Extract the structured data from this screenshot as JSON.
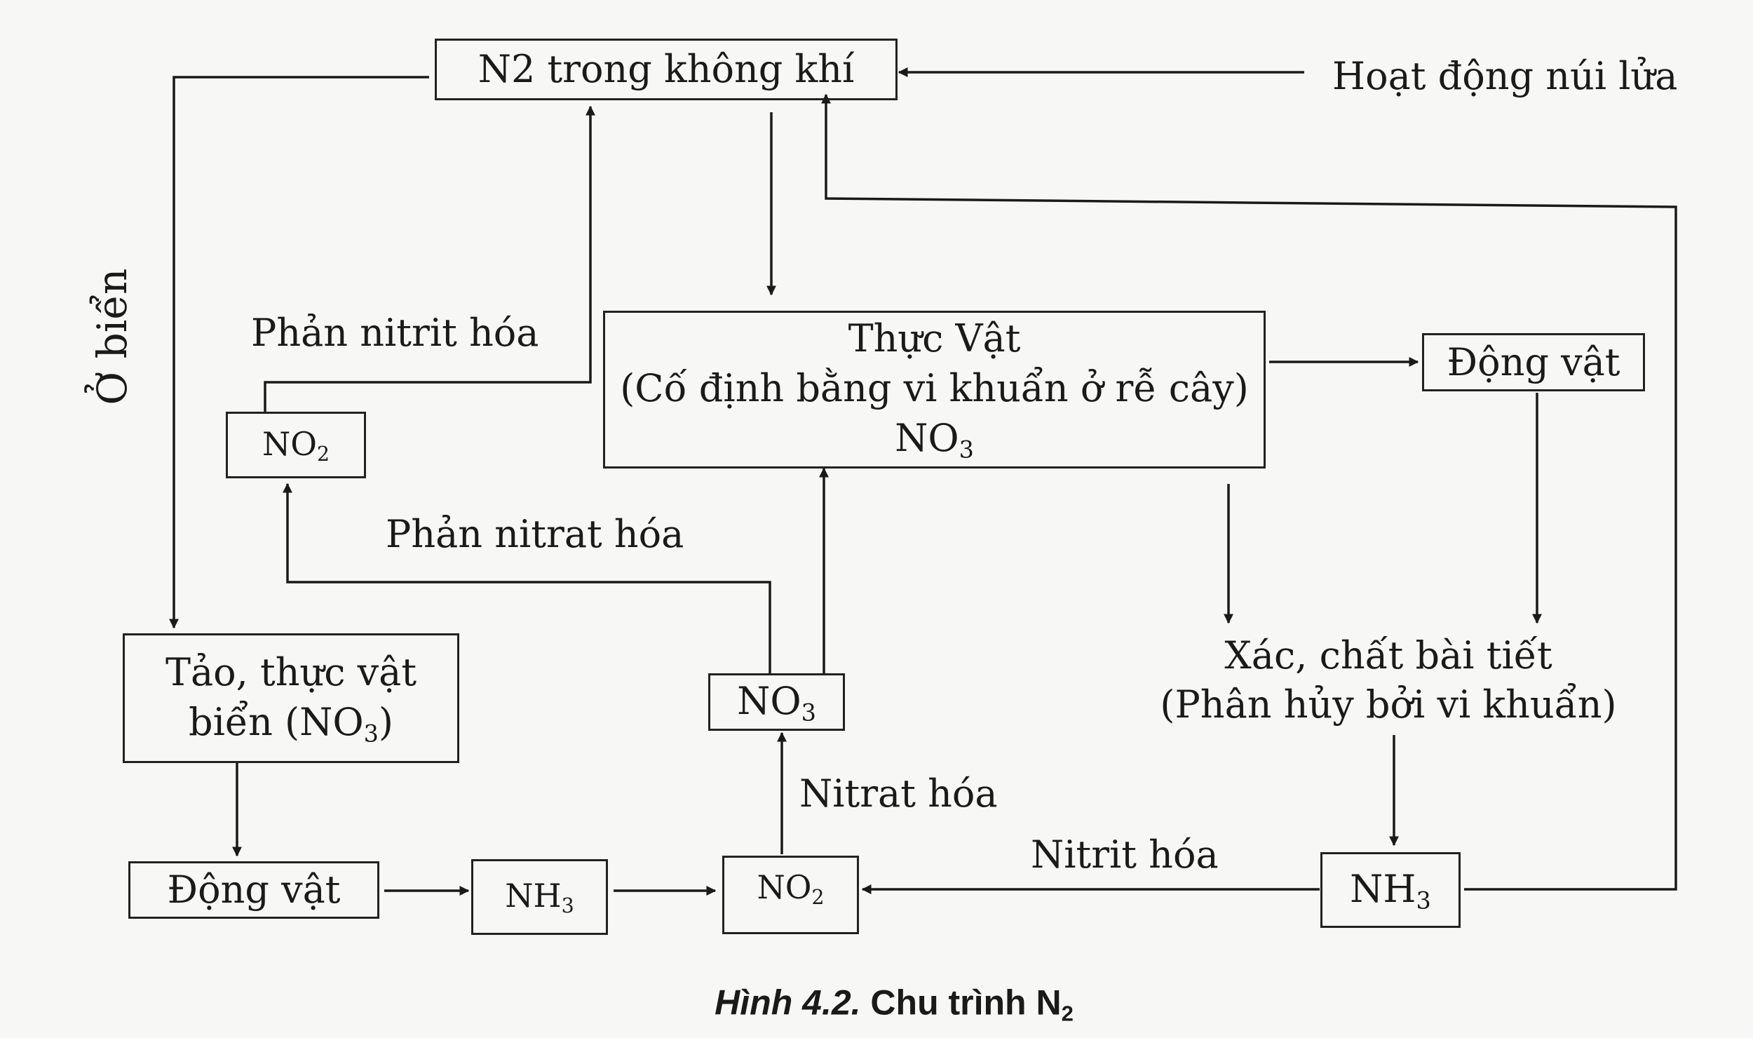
{
  "nodes": {
    "n2_air": "N2 trong không khí",
    "plant_title": "Thực Vật",
    "plant_sub": "(Cố định bằng vi khuẩn ở rễ cây)",
    "plant_no3_base": "NO",
    "plant_no3_sub": "3",
    "animal_right": "Động vật",
    "decay_title": "Xác, chất bài tiết",
    "decay_sub": "(Phân hủy bởi vi khuẩn)",
    "nh3_right_base": "NH",
    "nh3_right_sub": "3",
    "no2_left_base": "NO",
    "no2_left_sub": "2",
    "algae_line1": "Tảo, thực vật",
    "algae_line2_pre": "biển  (NO",
    "algae_line2_sub": "3",
    "algae_line2_post": ")",
    "no3_mid_base": "NO",
    "no3_mid_sub": "3",
    "animal_left": "Động vật",
    "nh3_left_base": "NH",
    "nh3_left_sub": "3",
    "no2_bottom_base": "NO",
    "no2_bottom_sub": "2"
  },
  "labels": {
    "volcano": "Hoạt động núi lửa",
    "sea": "Ở biển",
    "denitrite": "Phản nitrit hóa",
    "denitrate": "Phản nitrat hóa",
    "nitrate": "Nitrat hóa",
    "nitrite": "Nitrit hóa"
  },
  "caption": {
    "prefix": "Hình 4.2.",
    "text": " Chu trình N",
    "sub": "2"
  }
}
